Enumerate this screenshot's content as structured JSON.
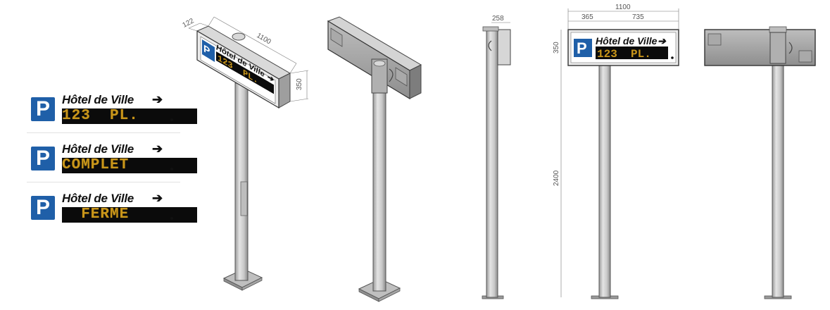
{
  "panels": [
    {
      "destination": "Hôtel de Ville",
      "arrow": "➔",
      "display": "123  PL."
    },
    {
      "destination": "Hôtel de Ville",
      "arrow": "➔",
      "display": "COMPLET"
    },
    {
      "destination": "Hôtel de Ville",
      "arrow": "➔",
      "display": "  FERME"
    }
  ],
  "parking_symbol": "P",
  "sign_face": {
    "destination": "Hôtel de Ville",
    "arrow": "➔",
    "display": "123  PL."
  },
  "dimensions": {
    "iso_width": "1100",
    "iso_depth": "122",
    "iso_height": "350",
    "side_depth": "258",
    "side_height": "350",
    "front_width": "1100",
    "front_left": "365",
    "front_right": "735",
    "pole_height": "2400"
  },
  "colors": {
    "parking_blue": "#1f5fa8",
    "led_amber": "#c9961a",
    "led_background": "#0b0b0b",
    "pole_grey": "#c4c4c4"
  }
}
